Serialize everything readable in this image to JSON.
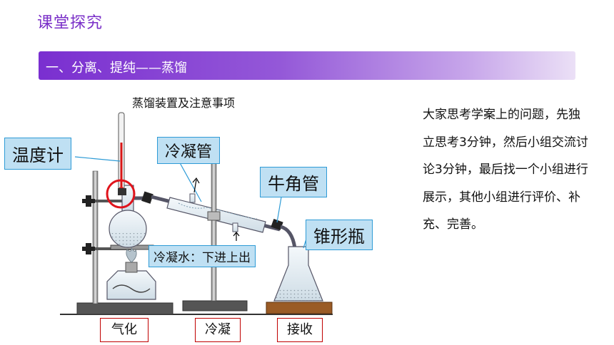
{
  "page_title": "课堂探究",
  "section_heading": "一、分离、提纯——蒸馏",
  "diagram": {
    "caption": "蒸馏装置及注意事项",
    "callouts": {
      "thermometer": "温度计",
      "condenser": "冷凝管",
      "adapter": "牛角管",
      "flask": "锥形瓶",
      "water": "冷凝水：下进上出"
    },
    "steps": [
      "气化",
      "冷凝",
      "接收"
    ]
  },
  "side_text": "大家思考学案上的问题，先独立思考3分钟，然后小组交流讨论3分钟，最后找一个小组进行展示，其他小组进行评价、补充、完善。",
  "colors": {
    "title": "#7a2fc8",
    "heading_bar_start": "#7a2fd0",
    "heading_bar_end": "#ebe0f6",
    "callout_fill": "#bfe0f3",
    "callout_border": "#2e9bd6",
    "step_border": "#c00000"
  }
}
